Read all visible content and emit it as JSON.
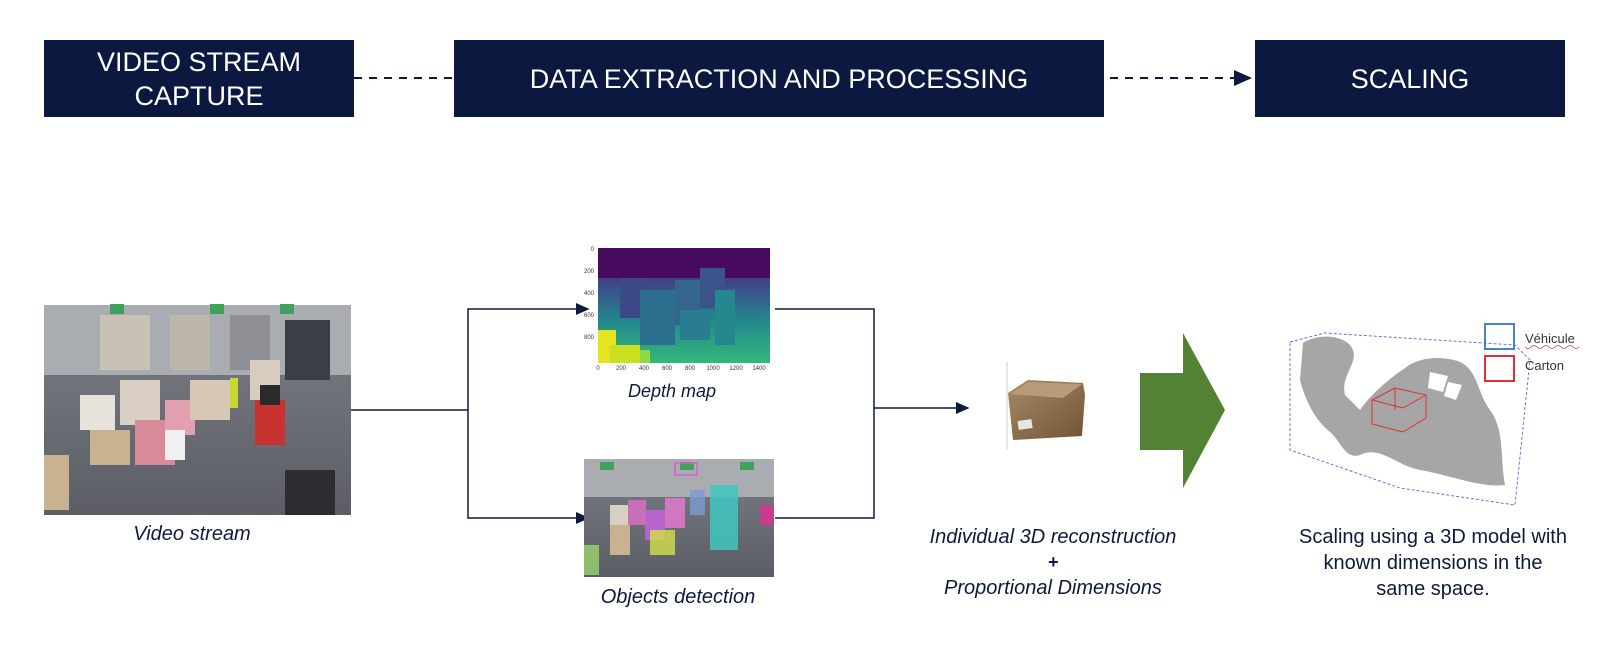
{
  "stages": [
    {
      "label_line1": "VIDEO STREAM",
      "label_line2": "CAPTURE"
    },
    {
      "label_line1": "DATA EXTRACTION AND PROCESSING",
      "label_line2": ""
    },
    {
      "label_line1": "SCALING",
      "label_line2": ""
    }
  ],
  "captions": {
    "video_stream": "Video stream",
    "depth_map": "Depth map",
    "objects_detection": "Objects detection",
    "reconstruction_line1": "Individual 3D reconstruction",
    "reconstruction_plus": "+",
    "reconstruction_line2": "Proportional Dimensions",
    "scaling_line1": "Scaling using a 3D model with",
    "scaling_line2": "known dimensions in the",
    "scaling_line3": "same space."
  },
  "depth_map": {
    "y_ticks": [
      "0",
      "200",
      "400",
      "600",
      "800"
    ],
    "x_ticks": [
      "0",
      "200",
      "400",
      "600",
      "800",
      "1000",
      "1200",
      "1400"
    ]
  },
  "legend": {
    "vehicle": "Véhicule",
    "carton": "Carton"
  },
  "colors": {
    "stage_fill": "#0b1840",
    "arrow_green": "#548235",
    "vehicle_legend": "#4a7fd6",
    "carton_legend": "#e03030"
  }
}
